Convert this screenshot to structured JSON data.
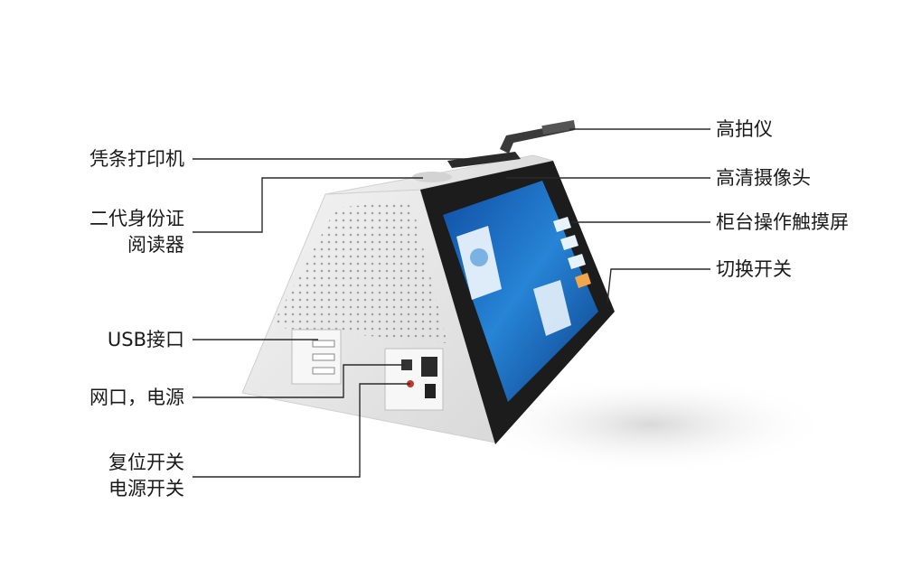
{
  "diagram": {
    "left_labels": {
      "receipt_printer": "凭条打印机",
      "id_reader_line1": "二代身份证",
      "id_reader_line2": "阅读器",
      "usb": "USB接口",
      "network_power": "网口，电源",
      "switches_line1": "复位开关",
      "switches_line2": "电源开关"
    },
    "right_labels": {
      "document_camera": "高拍仪",
      "hd_camera": "高清摄像头",
      "touchscreen": "柜台操作触摸屏",
      "toggle_switch": "切换开关"
    }
  },
  "colors": {
    "body_shell": "#e9e9e9",
    "screen_bezel": "#1c1c1c",
    "screen_blue": "#1b6fc4",
    "leader_line": "#2a2a2a"
  }
}
